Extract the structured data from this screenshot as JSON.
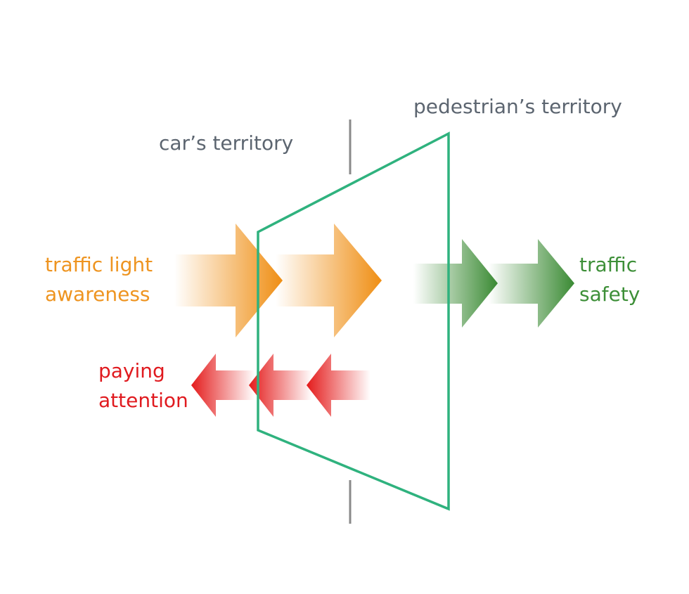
{
  "labels": {
    "car_territory": "car’s territory",
    "pedestrian_territory": "pedestrian’s territory",
    "traffic_light_awareness": [
      "traffic light",
      "awareness"
    ],
    "traffic_safety": [
      "traffic",
      "safety"
    ],
    "paying_attention": [
      "paying",
      "attention"
    ]
  },
  "colors": {
    "label_gray": "#5c6570",
    "divider": "#8a8a8a",
    "trapezoid_outline": "#2fb27e",
    "orange_arrow": "#ef8e13",
    "green_arrow": "#3a8a33",
    "red_arrow": "#e41b1b"
  }
}
